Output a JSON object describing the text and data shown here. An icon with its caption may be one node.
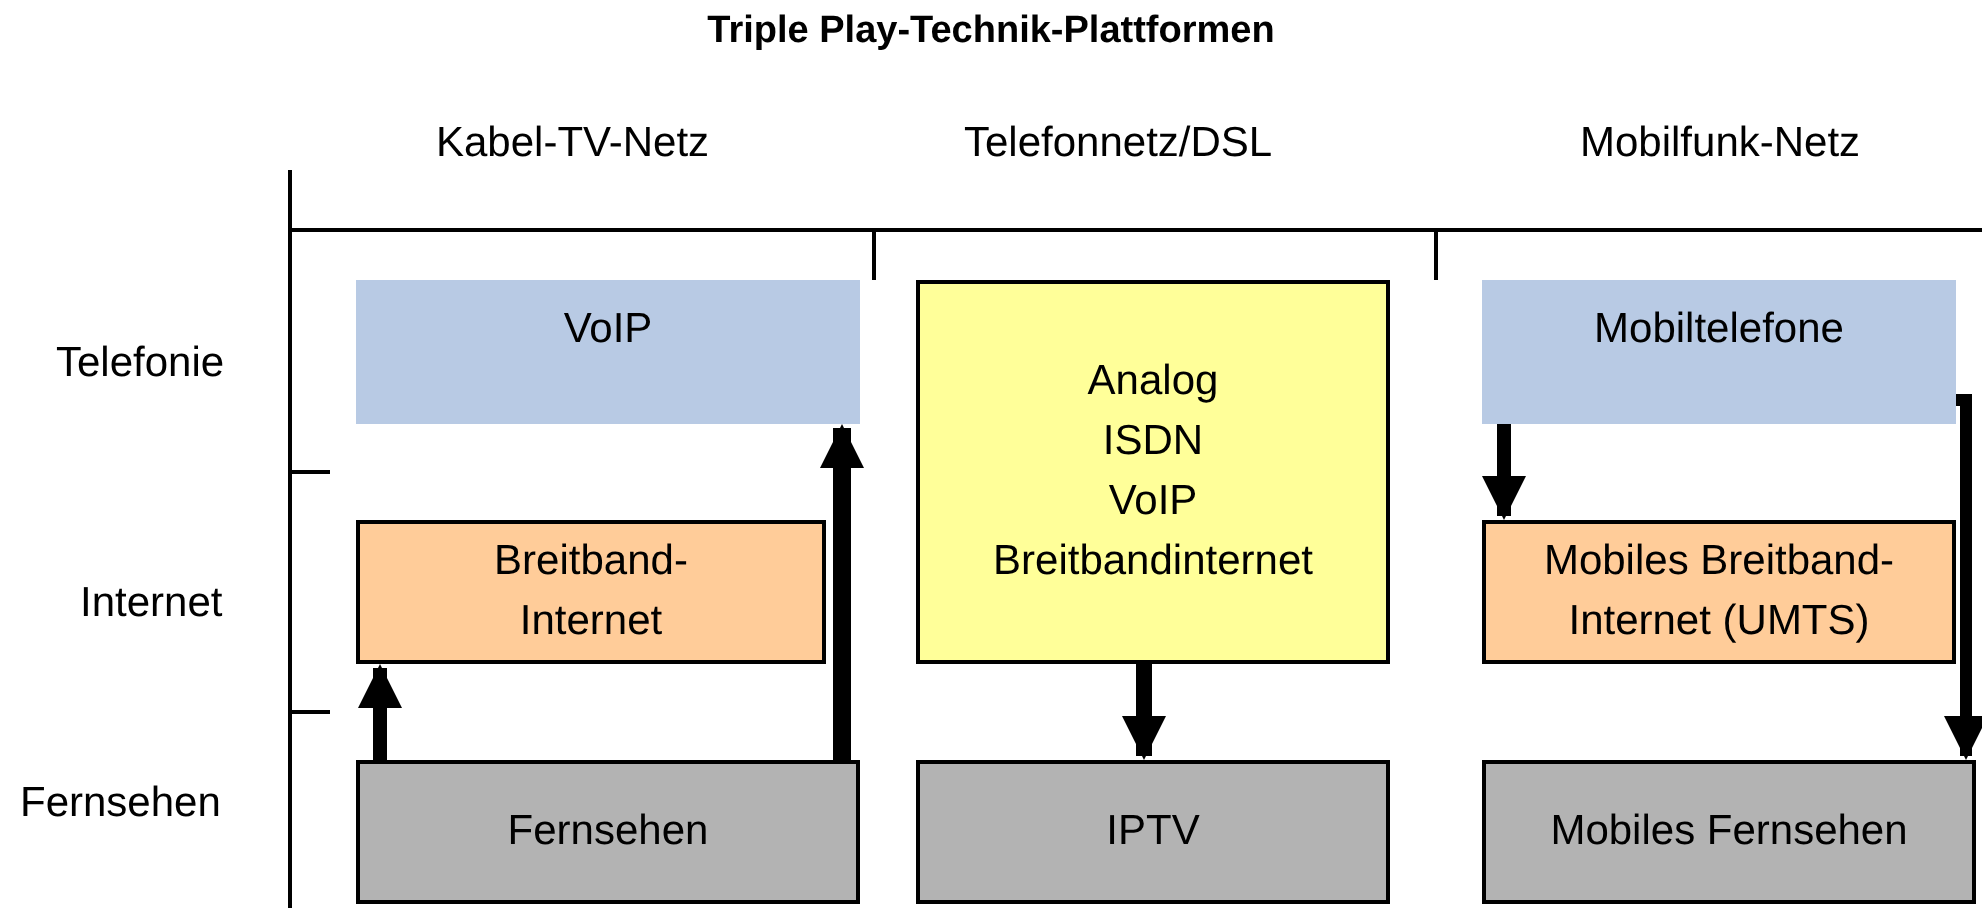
{
  "diagram": {
    "title": "Triple Play-Technik-Plattformen",
    "nodes": [
      {
        "text": [
          "VoIP"
        ]
      },
      {
        "text": [
          "Analog",
          "ISDN",
          "VoIP",
          "Breitbandinternet"
        ]
      },
      {
        "text": [
          "Mobiltelefone"
        ]
      },
      {
        "text": [
          "Breitband-Internet"
        ]
      },
      {
        "text": [
          "Mobiles Breitband-Internet (UMTS)"
        ]
      },
      {
        "text": [
          "Fernsehen"
        ]
      },
      {
        "text": [
          "IPTV"
        ]
      },
      {
        "text": [
          "Mobiles Fernsehen"
        ]
      }
    ],
    "edges": [
      {
        "from": 5,
        "to": 0,
        "arrow": "to"
      },
      {
        "from": 5,
        "to": 3,
        "arrow": "to"
      },
      {
        "from": 1,
        "to": 6,
        "arrow": "to"
      },
      {
        "from": 2,
        "to": 4,
        "arrow": "to"
      },
      {
        "from": 2,
        "to": 7,
        "arrow": "to"
      }
    ],
    "labels": [
      "Kabel-TV-Netz",
      "Telefonnetz/DSL",
      "Mobilfunk-Netz",
      "Telefonie",
      "Internet",
      "Fernsehen"
    ]
  }
}
